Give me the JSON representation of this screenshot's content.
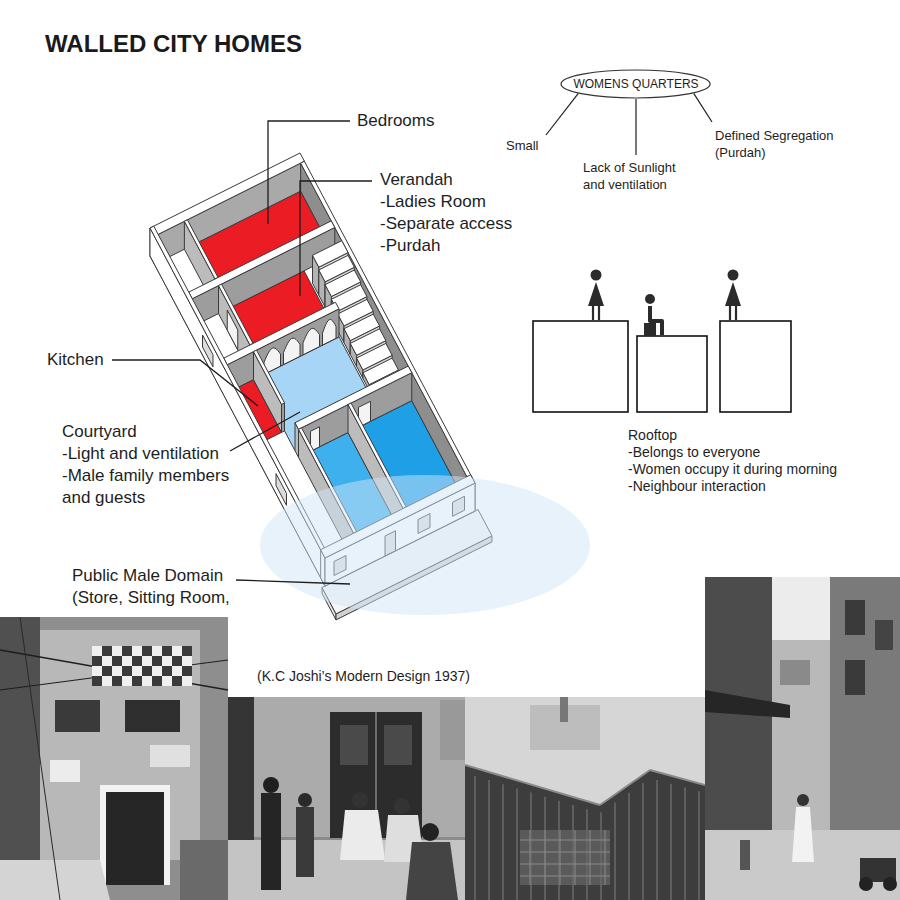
{
  "diagram": {
    "title": "WALLED CITY HOMES",
    "caption": "(K.C Joshi’s Modern Design 1937)",
    "nodes": [
      {
        "text": [
          "WOMENS QUARTERS"
        ]
      }
    ],
    "labels": [
      "Bedrooms",
      "Small",
      "Lack of Sunlight",
      "and ventilation",
      "Defined Segregation",
      "(Purdah)",
      "Verandah",
      "-Ladies Room",
      "-Separate access",
      "-Purdah",
      "Kitchen",
      "Rooftop",
      "-Belongs to everyone",
      "-Women occupy it during morning",
      "-Neighbour interaction",
      "Courtyard",
      "-Light and ventilation",
      "-Male family members",
      "and guests",
      "Public Male Domain",
      "(Store, Sitting Room,"
    ]
  }
}
